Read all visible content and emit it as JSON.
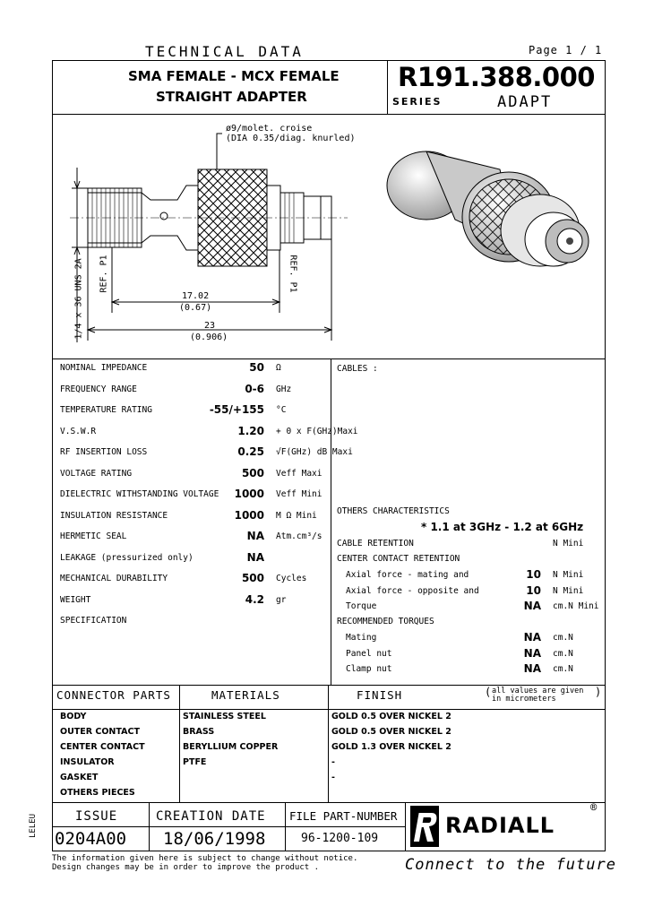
{
  "header": {
    "doc_title": "TECHNICAL DATA",
    "page": "Page 1 / 1"
  },
  "title_block": {
    "line1": "SMA FEMALE - MCX FEMALE",
    "line2": "STRAIGHT ADAPTER",
    "part_number": "R191.388.000",
    "series_label": "SERIES",
    "series_value": "ADAPT"
  },
  "drawing": {
    "knurl_note1": "ø9/molet. croise",
    "knurl_note2": "(DIA 0.35/diag. knurled)",
    "dim1_mm": "17.02",
    "dim1_in": "(0.67)",
    "dim2_mm": "23",
    "dim2_in": "(0.906)",
    "thread_label": "1/4 x 36 UNS 2A",
    "ref_p1_left": "REF. P1",
    "ref_p1_right": "REF. P1"
  },
  "specs": [
    {
      "label": "NOMINAL IMPEDANCE",
      "value": "50",
      "unit": "Ω"
    },
    {
      "label": "FREQUENCY RANGE",
      "value": "0-6",
      "unit": "GHz"
    },
    {
      "label": "TEMPERATURE RATING",
      "value": "-55/+155",
      "unit": "°C"
    },
    {
      "label": "V.S.W.R",
      "value": "1.20",
      "unit": "+    0 x F(GHz)Maxi"
    },
    {
      "label": "RF INSERTION LOSS",
      "value": "0.25",
      "unit": "√F(GHz) dB Maxi"
    },
    {
      "label": "VOLTAGE RATING",
      "value": "500",
      "unit": "Veff Maxi"
    },
    {
      "label": "DIELECTRIC WITHSTANDING VOLTAGE",
      "value": "1000",
      "unit": "Veff Mini"
    },
    {
      "label": "INSULATION RESISTANCE",
      "value": "1000",
      "unit": "M Ω Mini"
    },
    {
      "label": "HERMETIC SEAL",
      "value": "NA",
      "unit": "Atm.cm³/s"
    },
    {
      "label": "LEAKAGE (pressurized only)",
      "value": "NA",
      "unit": ""
    },
    {
      "label": "MECHANICAL DURABILITY",
      "value": "500",
      "unit": "Cycles"
    },
    {
      "label": "WEIGHT",
      "value": "4.2",
      "unit": "gr"
    },
    {
      "label": "SPECIFICATION",
      "value": "",
      "unit": ""
    }
  ],
  "right_panel": {
    "cables": "CABLES :",
    "others_title": "OTHERS CHARACTERISTICS",
    "vswr_note": "* 1.1 at 3GHz - 1.2 at 6GHz",
    "cable_retention": "CABLE RETENTION",
    "cable_retention_unit": "N Mini",
    "center_retention": "CENTER CONTACT RETENTION",
    "rows": [
      {
        "label": "Axial force - mating and",
        "value": "10",
        "unit": "N Mini"
      },
      {
        "label": "Axial force - opposite and",
        "value": "10",
        "unit": "N Mini"
      },
      {
        "label": "Torque",
        "value": "NA",
        "unit": "cm.N Mini"
      }
    ],
    "torques_title": "RECOMMENDED TORQUES",
    "torques": [
      {
        "label": "Mating",
        "value": "NA",
        "unit": "cm.N"
      },
      {
        "label": "Panel nut",
        "value": "NA",
        "unit": "cm.N"
      },
      {
        "label": "Clamp nut",
        "value": "NA",
        "unit": "cm.N"
      }
    ]
  },
  "parts_table": {
    "col1": "CONNECTOR PARTS",
    "col2": "MATERIALS",
    "col3": "FINISH",
    "note1": "all values are given",
    "note2": "in micrometers",
    "rows": [
      {
        "part": "BODY",
        "material": "STAINLESS STEEL",
        "finish": "GOLD 0.5 OVER NICKEL 2"
      },
      {
        "part": "OUTER CONTACT",
        "material": "BRASS",
        "finish": "GOLD 0.5 OVER NICKEL 2"
      },
      {
        "part": "CENTER CONTACT",
        "material": "BERYLLIUM COPPER",
        "finish": "GOLD 1.3 OVER NICKEL 2"
      },
      {
        "part": "INSULATOR",
        "material": "PTFE",
        "finish": "-"
      },
      {
        "part": "GASKET",
        "material": "",
        "finish": "-"
      },
      {
        "part": "OTHERS PIECES",
        "material": "",
        "finish": ""
      }
    ]
  },
  "footer": {
    "issue_label": "ISSUE",
    "issue_value": "0204A00",
    "creation_label": "CREATION DATE",
    "creation_value": "18/06/1998",
    "file_label": "FILE PART-NUMBER",
    "file_value": "96-1200-109",
    "brand": "RADIALL",
    "registered": "®",
    "side_code": "LELEU",
    "notice1": "The information given here is subject to change without notice.",
    "notice2": "Design changes may be in order to improve the product .",
    "slogan": "Connect to the future"
  }
}
